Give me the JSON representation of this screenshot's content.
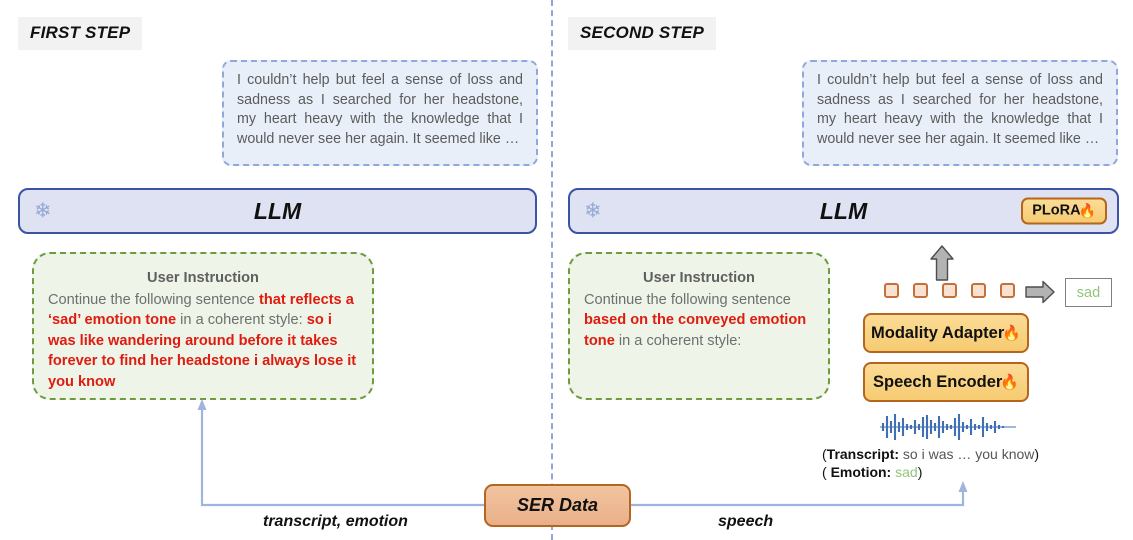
{
  "steps": {
    "first": {
      "label": "FIRST STEP"
    },
    "second": {
      "label": "SECOND STEP"
    }
  },
  "output_boxes": {
    "first": {
      "text": "I couldn’t help but feel a sense of loss and sadness as I searched for her headstone, my heart heavy with the knowledge that I would never see her again. It seemed like …"
    },
    "second": {
      "text": "I couldn’t help but feel a sense of loss and sadness as I searched for her headstone, my heart heavy with the knowledge that I would never see her again. It seemed like …"
    }
  },
  "llm": {
    "first": {
      "title": "LLM",
      "frozen_icon": "snowflake-icon"
    },
    "second": {
      "title": "LLM",
      "frozen_icon": "snowflake-icon"
    }
  },
  "plora": {
    "label": "PLoRA",
    "trainable_icon": "flame-icon"
  },
  "instructions": {
    "first": {
      "title": "User Instruction",
      "seg1": "Continue the following sentence ",
      "seg2_red": "that reflects a ‘sad’ emotion tone",
      "seg3": " in a coherent style: ",
      "seg4_red": "so i was like wandering around before it takes forever to find her headstone i always lose it you know"
    },
    "second": {
      "title": "User Instruction",
      "seg1": "Continue the following sentence ",
      "seg2_red": "based on the conveyed emotion tone",
      "seg3": " in a coherent style:"
    }
  },
  "modules": {
    "modality_adapter": {
      "label": "Modality Adapter",
      "trainable_icon": "flame-icon"
    },
    "speech_encoder": {
      "label": "Speech Encoder",
      "trainable_icon": "flame-icon"
    }
  },
  "tokens": {
    "count": 5,
    "name": "speech-token"
  },
  "prediction": {
    "value": "sad",
    "color": "#93c47d"
  },
  "meta": {
    "transcript": {
      "open_paren": "(",
      "key": "Transcript:",
      "value": " so i was … you know",
      "close_paren": ")"
    },
    "emotion": {
      "open_paren": "( ",
      "key": "Emotion:",
      "value": " sad",
      "close_paren": ")"
    }
  },
  "data_source": {
    "label": "SER Data"
  },
  "edges": {
    "left_label": "transcript, emotion",
    "right_label": "speech"
  },
  "colors": {
    "llm_fill": "#dee2f2",
    "llm_border": "#3a53a4",
    "output_fill": "#e9eff9",
    "output_border": "#8fa8dd",
    "instruction_fill": "#eef4e7",
    "instruction_border": "#6f9a3f",
    "highlight_red": "#e01b10",
    "module_fill": "#f6cb72",
    "module_border": "#b5651d",
    "ser_fill": "#e8b089",
    "connector": "#9fb4de",
    "waveform": "#3f6fb5"
  }
}
